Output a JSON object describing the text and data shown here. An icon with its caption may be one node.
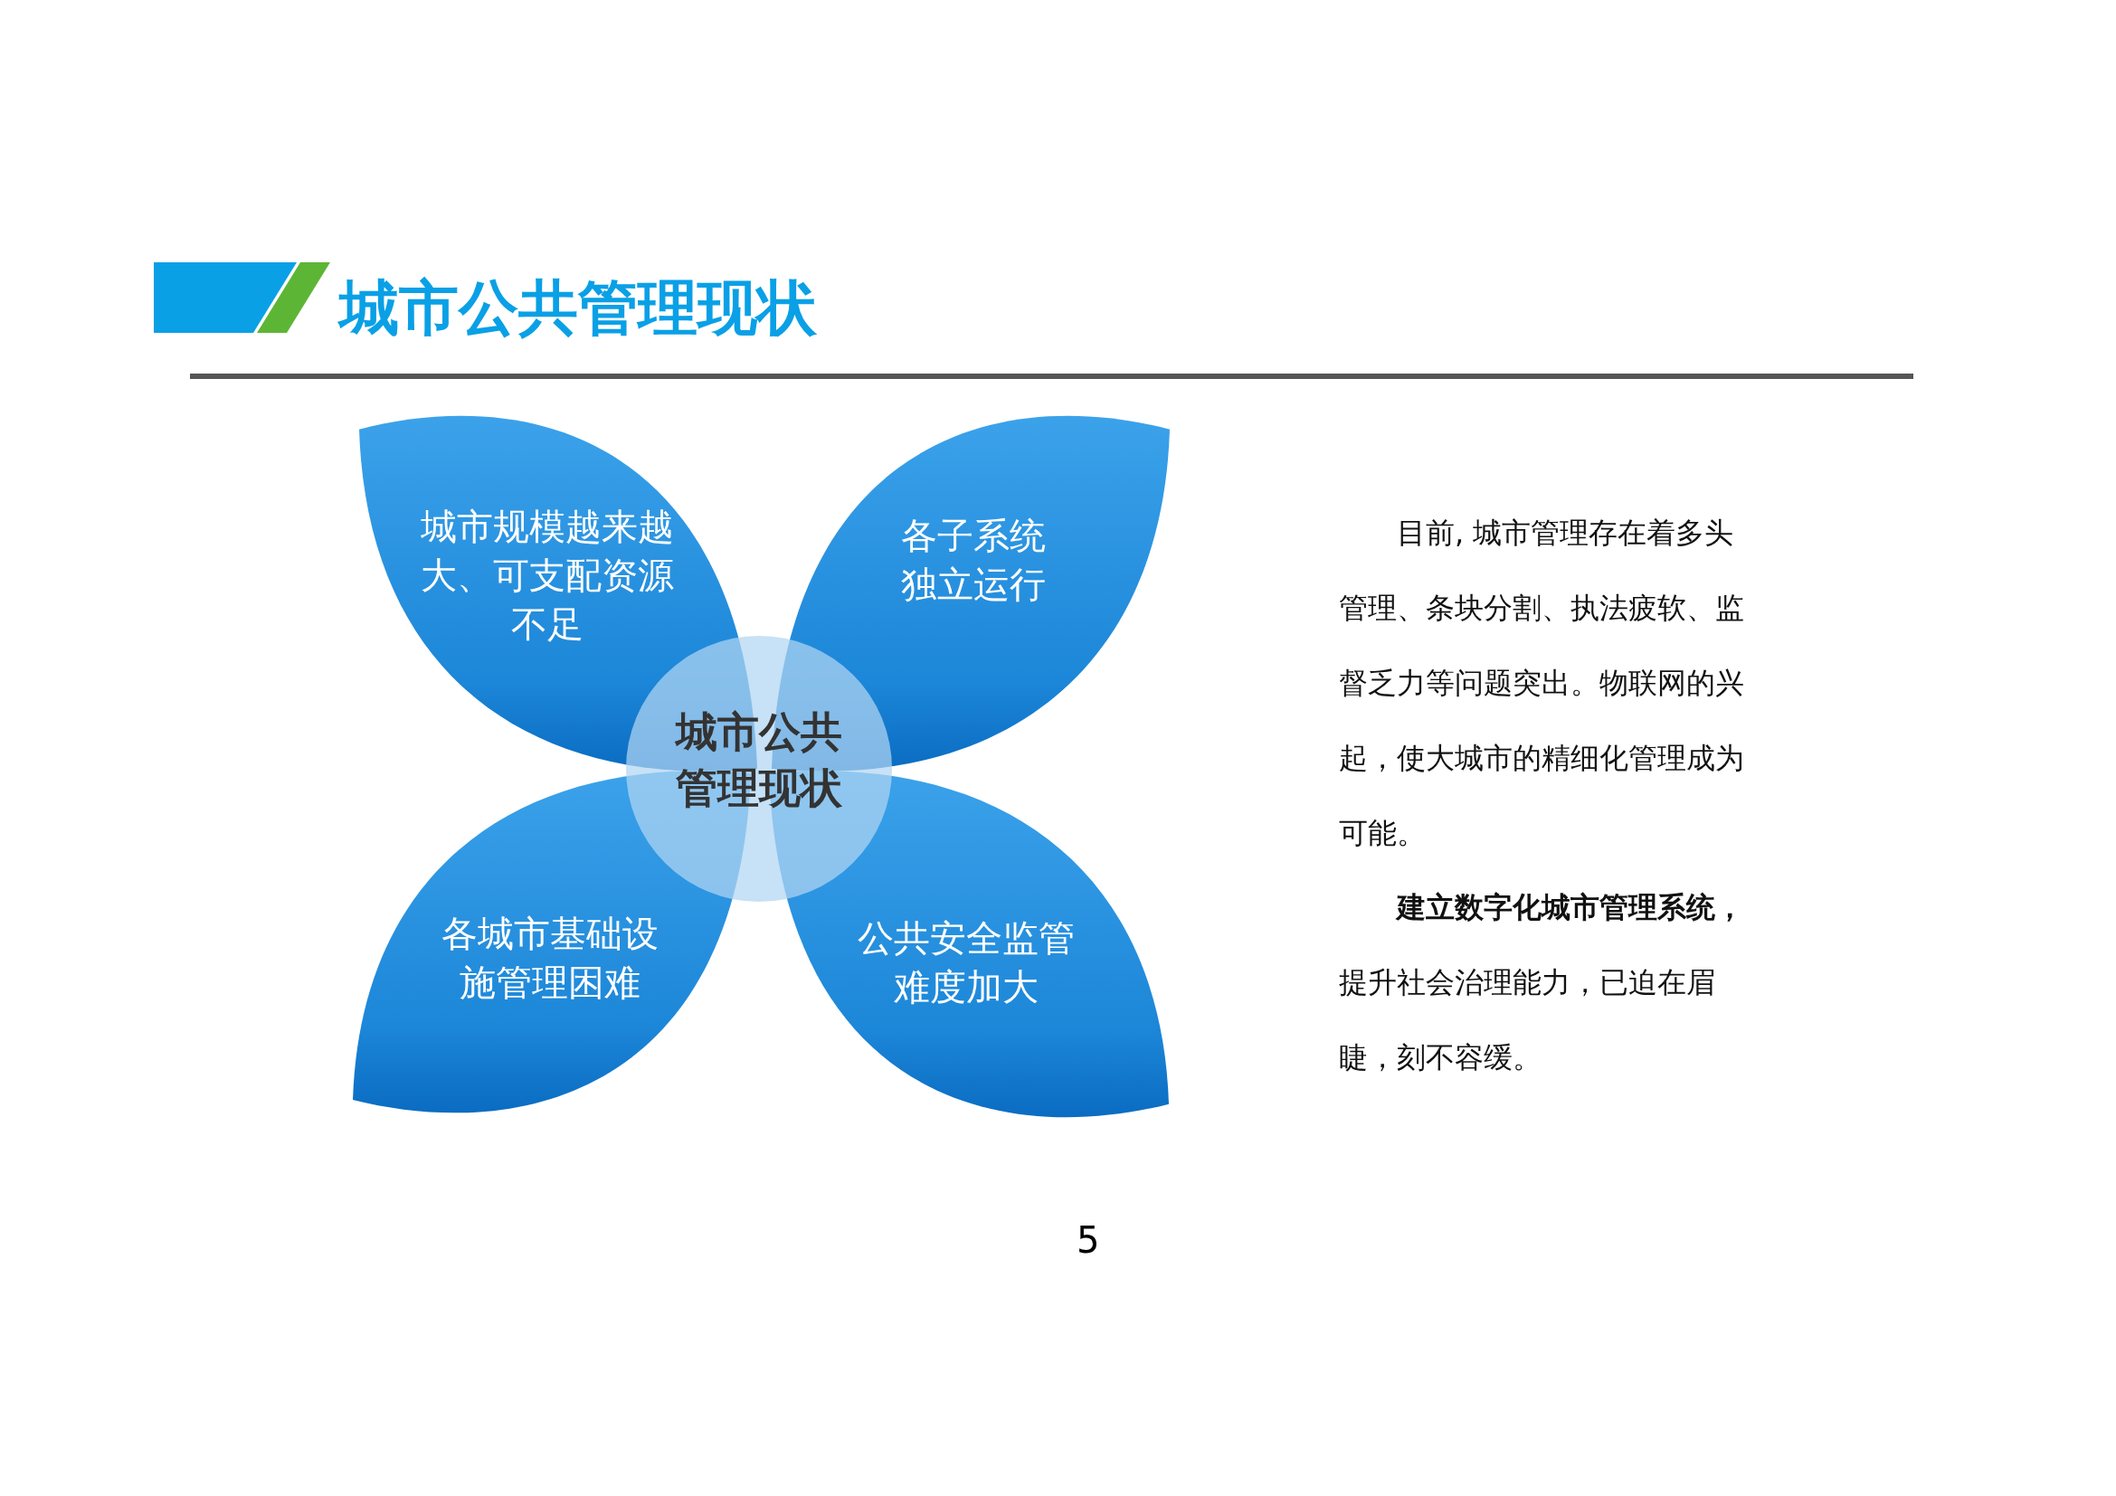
{
  "diagram": {
    "title": "城市公共管理现状",
    "nodes": [
      {
        "text": [
          "城市规模越来越大、可支配资源不足"
        ]
      },
      {
        "text": [
          "各子系统独立运行"
        ]
      },
      {
        "text": [
          "城市公共管理现状"
        ]
      },
      {
        "text": [
          "各城市基础设施管理困难"
        ]
      },
      {
        "text": [
          "公共安全监管难度加大"
        ]
      }
    ],
    "labels": [
      "目前, 城市管理存在着多头管理、条块分割、执法疲软、监督乏力等问题突出。物联网的兴起，使大城市的精细化管理成为可能。",
      "**建立数字化城市管理系统，**提升社会治理能力，已迫在眉睫，刻不容缓。",
      "5"
    ]
  }
}
